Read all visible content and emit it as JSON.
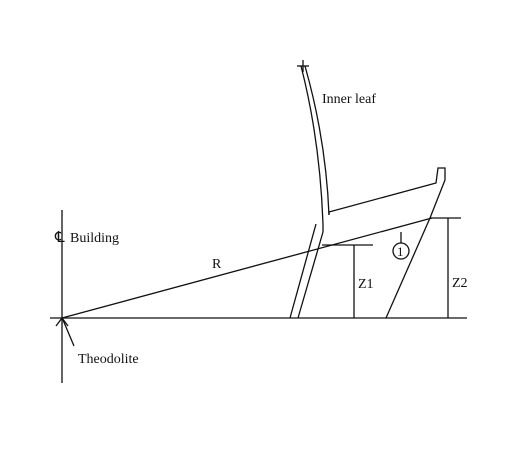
{
  "labels": {
    "inner_leaf": "Inner leaf",
    "building": "Building",
    "centerline_symbol": "℄",
    "radius": "R",
    "z1": "Z1",
    "z2": "Z2",
    "theodolite": "Theodolite",
    "marker": "1"
  }
}
